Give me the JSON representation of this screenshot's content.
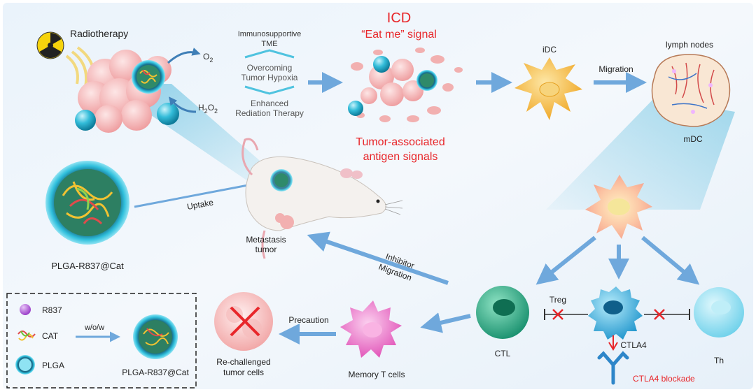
{
  "labels": {
    "radiotherapy": "Radiotherapy",
    "o2": "O",
    "o2_sub": "2",
    "h2o2_a": "H",
    "h2o2_sub1": "2",
    "h2o2_b": "O",
    "h2o2_sub2": "2",
    "tme_line1": "Immunosupportive",
    "tme_line2": "TME",
    "hypoxia_line1": "Overcoming",
    "hypoxia_line2": "Tumor Hypoxia",
    "rt_line1": "Enhanced",
    "rt_line2": "Rediation Therapy",
    "icd": "ICD",
    "eat_me": "“Eat me” signal",
    "antigen_line1": "Tumor-associated",
    "antigen_line2": "antigen signals",
    "idc": "iDC",
    "migration": "Migration",
    "lymph_nodes": "lymph nodes",
    "mdc": "mDC",
    "uptake": "Uptake",
    "metastasis_line1": "Metastasis",
    "metastasis_line2": "tumor",
    "particle_name": "PLGA-R837@Cat",
    "inhibitor": "Inhibitor",
    "inhibitor_migration": "Migration",
    "treg": "Treg",
    "ctl": "CTL",
    "ctla4": "CTLA4",
    "th": "Th",
    "ctla4_blockade": "CTLA4 blockade",
    "memory_t": "Memory T cells",
    "precaution": "Precaution",
    "rechallenged_line1": "Re-challenged",
    "rechallenged_line2": "tumor cells"
  },
  "legend": {
    "items": [
      {
        "label": "R837",
        "icon": "purple-sphere-icon"
      },
      {
        "label": "CAT",
        "icon": "catalase-protein-icon"
      },
      {
        "label": "PLGA",
        "icon": "plga-shell-icon"
      }
    ],
    "arrow_label": "w/o/w",
    "product": "PLGA-R837@Cat"
  },
  "colors": {
    "red_text": "#e8262a",
    "arrow_blue": "#6fa8dc",
    "plga_cyan": "#29b6d6",
    "ctl_green": "#2fae8a",
    "memory_pink": "#e85fc4",
    "idc_orange": "#f3b33a"
  }
}
